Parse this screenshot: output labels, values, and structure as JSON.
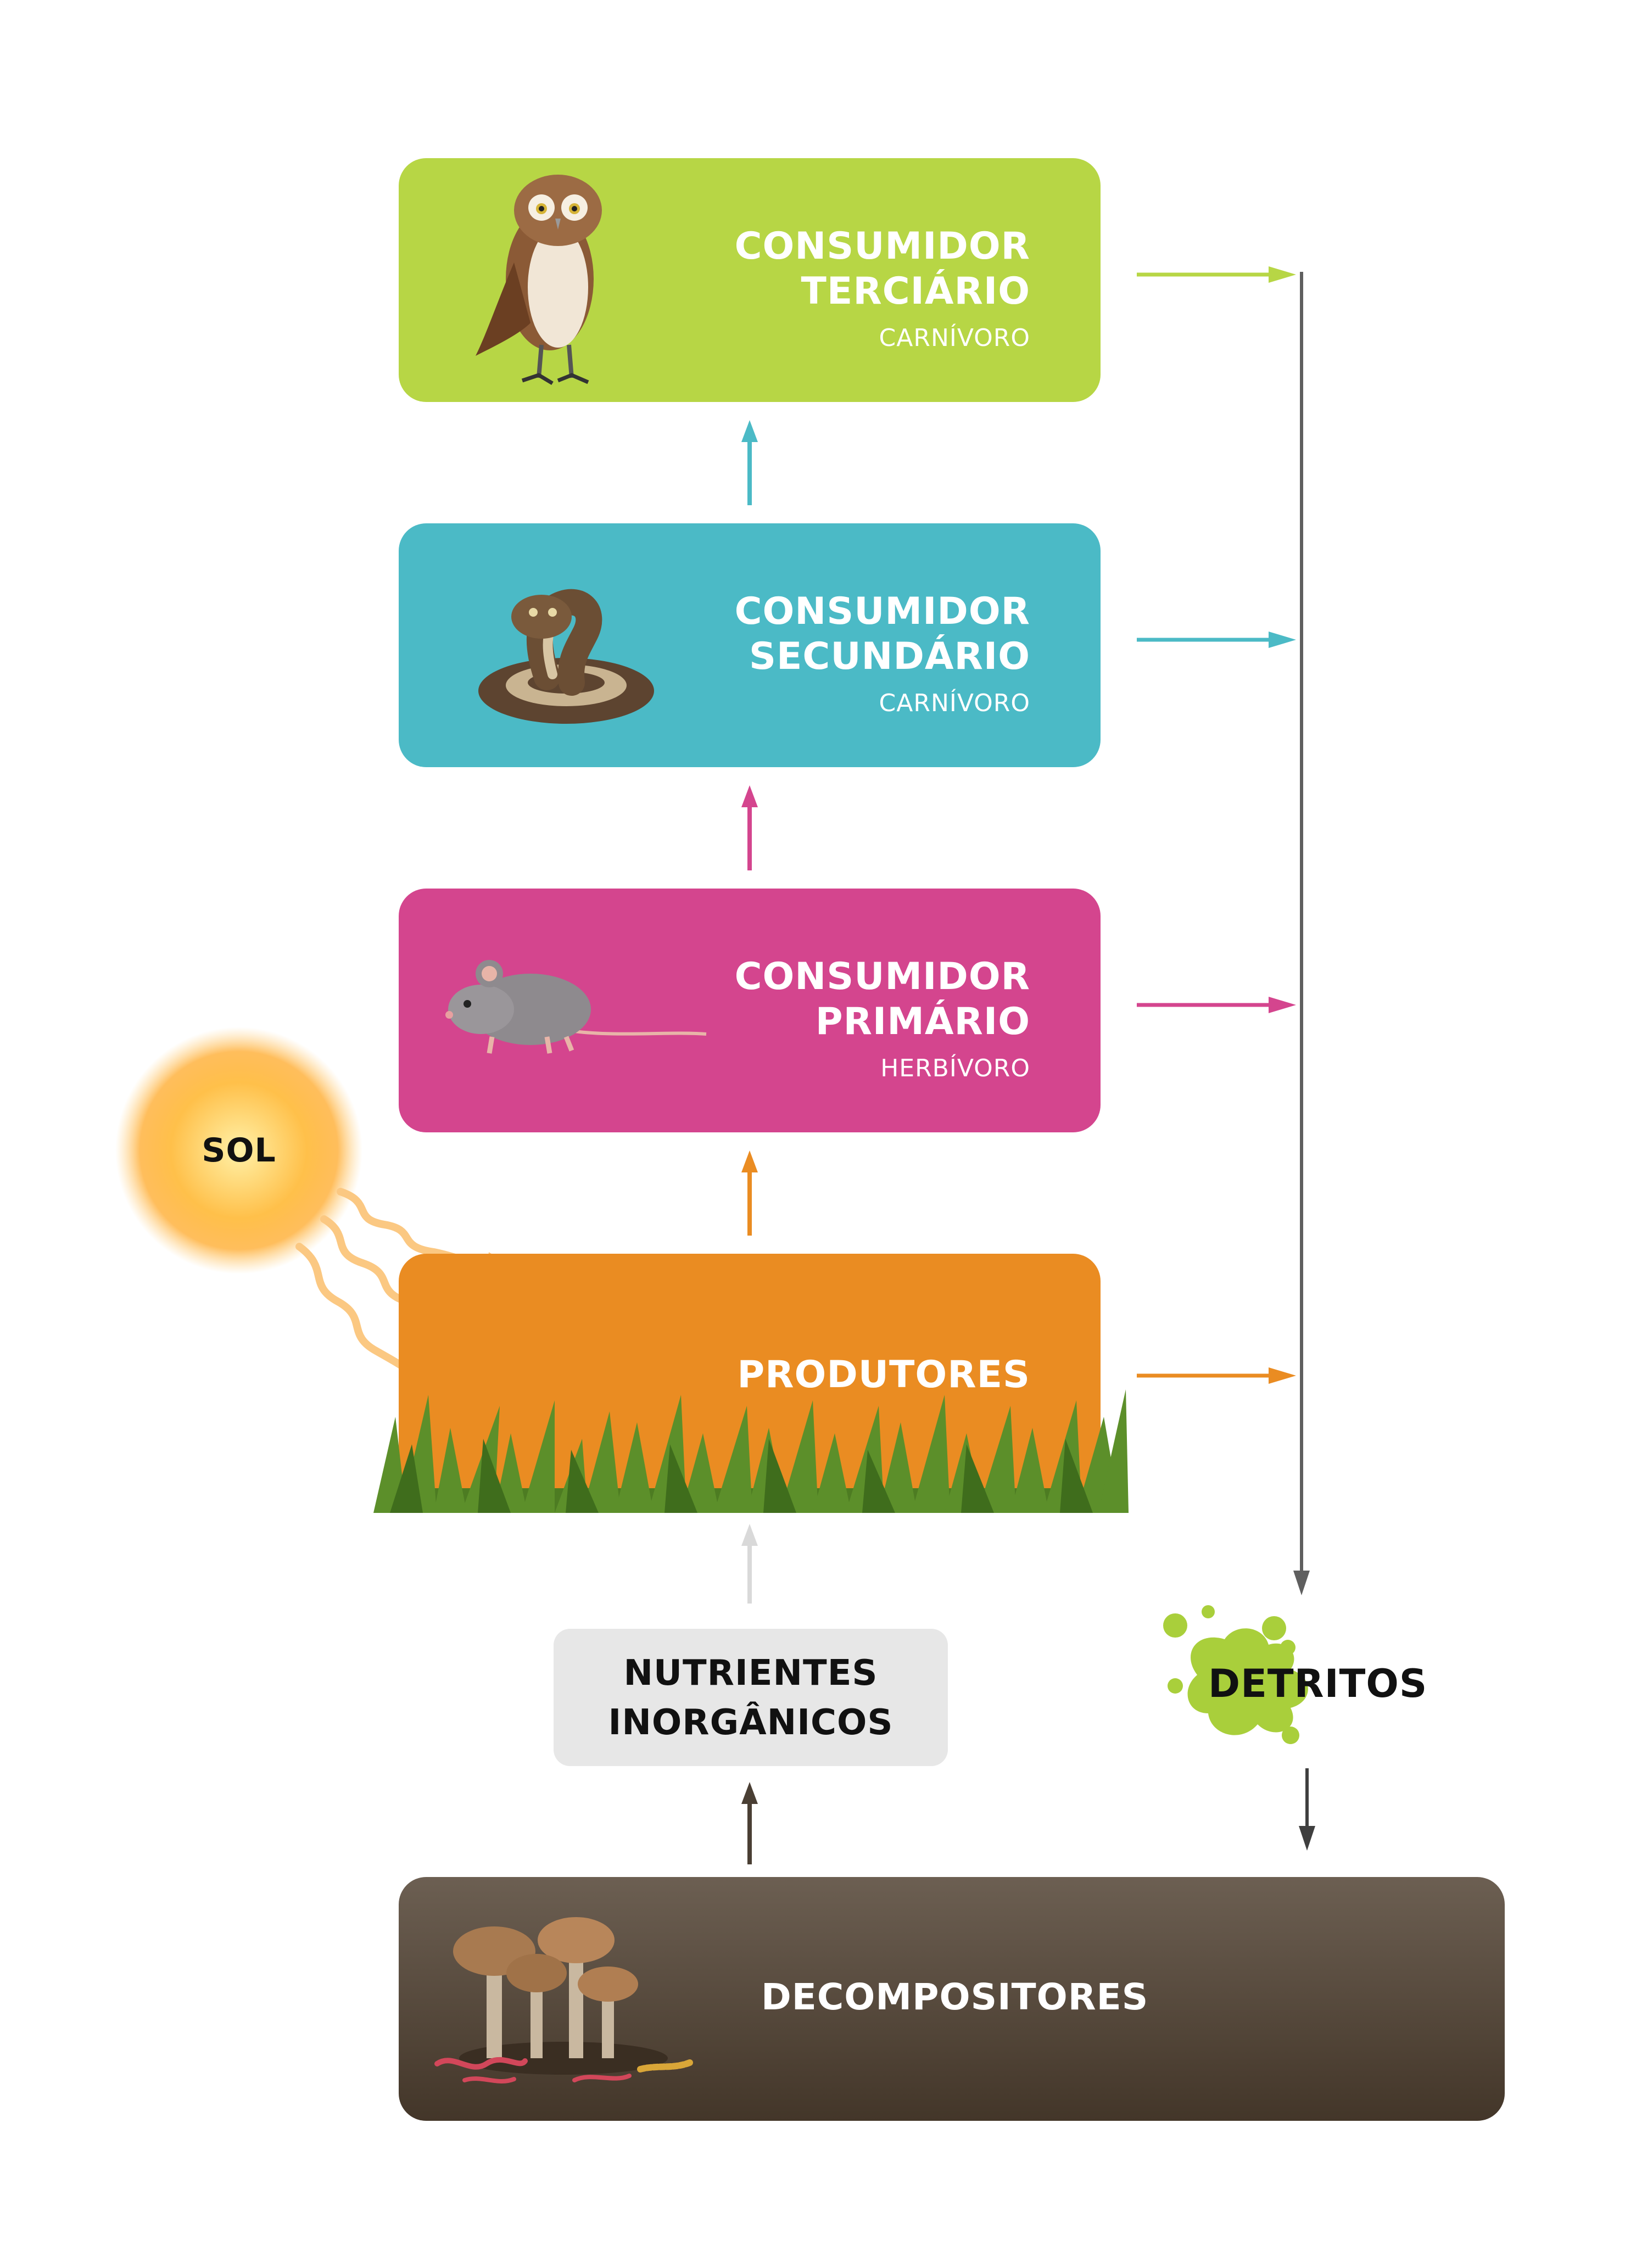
{
  "levels": {
    "tertiary": {
      "title_line1": "CONSUMIDOR",
      "title_line2": "TERCIÁRIO",
      "subtitle": "CARNÍVORO",
      "color": "#b7d645",
      "icon": "owl-icon"
    },
    "secondary": {
      "title_line1": "CONSUMIDOR",
      "title_line2": "SECUNDÁRIO",
      "subtitle": "CARNÍVORO",
      "color": "#4bbac6",
      "icon": "snake-icon"
    },
    "primary": {
      "title_line1": "CONSUMIDOR",
      "title_line2": "PRIMÁRIO",
      "subtitle": "HERBÍVORO",
      "color": "#d4458e",
      "icon": "mouse-icon"
    },
    "producers": {
      "title": "PRODUTORES",
      "color": "#ea8c22",
      "icon": "grass-icon"
    }
  },
  "sun": {
    "label": "SOL",
    "icon": "sun-icon"
  },
  "nutrients": {
    "line1": "NUTRIENTES",
    "line2": "INORGÂNICOS",
    "color": "#e7e7e7"
  },
  "detritus": {
    "label": "DETRITOS",
    "color": "#a9cf3b",
    "icon": "splat-icon"
  },
  "decomposers": {
    "label": "DECOMPOSITORES",
    "color": "#594c40",
    "icon": "mushroom-icon"
  },
  "arrow_colors": {
    "collector": "#5f5f5f",
    "nutrient_up": "#d9d9d9",
    "decomposer_up": "#4a3f34"
  }
}
